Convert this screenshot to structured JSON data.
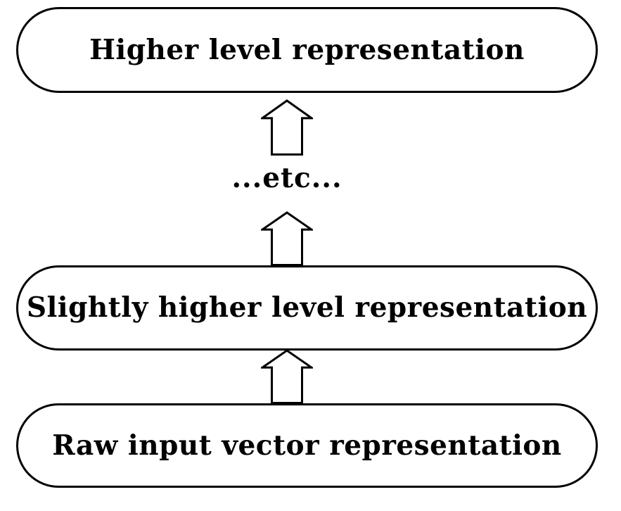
{
  "diagram": {
    "background_color": "#ffffff",
    "line_color": "#000000",
    "text_color": "#000000",
    "boxes": [
      {
        "id": "higher-level",
        "label": "Higher level representation"
      },
      {
        "id": "slightly-higher-level",
        "label": "Slightly higher level representation"
      },
      {
        "id": "raw-input-vector",
        "label": "Raw input vector representation"
      }
    ],
    "connector_label": "...etc...",
    "arrows": [
      {
        "id": "arrow-top",
        "direction": "up",
        "from": "etc",
        "to": "higher-level"
      },
      {
        "id": "arrow-middle",
        "direction": "up",
        "from": "slightly-higher-level",
        "to": "etc"
      },
      {
        "id": "arrow-bottom",
        "direction": "up",
        "from": "raw-input-vector",
        "to": "slightly-higher-level"
      }
    ]
  }
}
